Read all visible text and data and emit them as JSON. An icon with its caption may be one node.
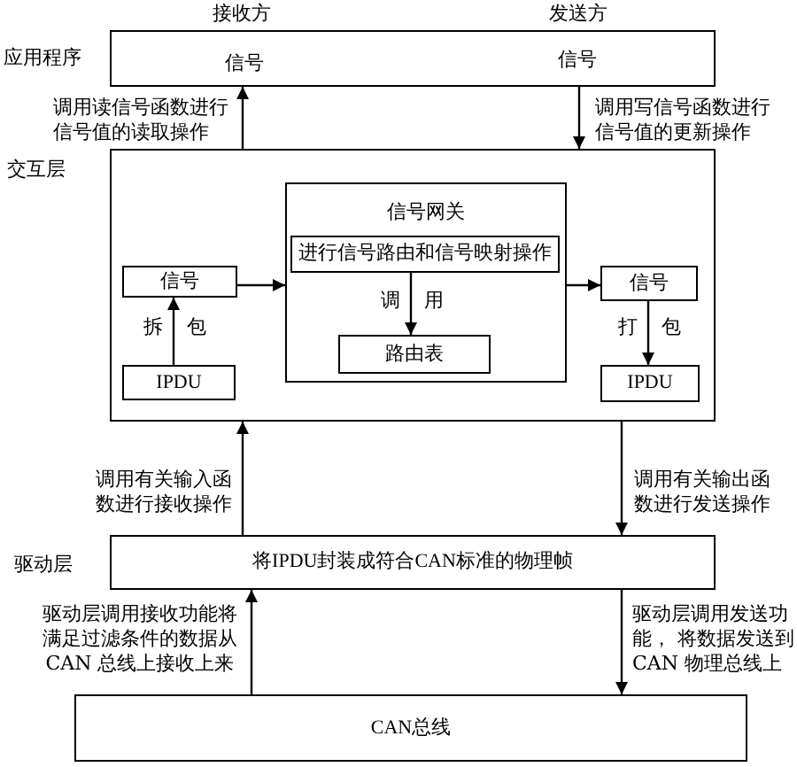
{
  "diagram": {
    "nodes": [
      {
        "text": [
          "信号",
          "信号"
        ]
      },
      {
        "text": [],
        "shape": "box"
      },
      {
        "text": [
          "信号网关"
        ],
        "in": 1
      },
      {
        "text": [
          "进行信号路由和信号映射操作"
        ],
        "in": 2
      },
      {
        "text": [
          "路由表"
        ],
        "in": 2
      },
      {
        "text": [
          "信号"
        ],
        "in": 1
      },
      {
        "text": [
          "IPDU"
        ],
        "in": 1
      },
      {
        "text": [
          "信号"
        ],
        "in": 1
      },
      {
        "text": [
          "IPDU"
        ],
        "in": 1
      },
      {
        "text": [
          "将IPDU封装成符合CAN标准的物理帧"
        ]
      },
      {
        "text": [
          "CAN总线"
        ]
      }
    ],
    "edges": [
      {
        "from": 1,
        "to": 0,
        "arrow": "to",
        "label": "调用读信号函数进行信号值的读取操作"
      },
      {
        "from": 0,
        "to": 1,
        "arrow": "to",
        "label": "调用写信号函数进行信号值的更新操作"
      },
      {
        "from": 6,
        "to": 5,
        "arrow": "to",
        "label": "拆 包"
      },
      {
        "from": 5,
        "to": 2,
        "arrow": "to"
      },
      {
        "from": 3,
        "to": 4,
        "arrow": "to",
        "label": "调 用"
      },
      {
        "from": 2,
        "to": 7,
        "arrow": "to"
      },
      {
        "from": 7,
        "to": 8,
        "arrow": "to",
        "label": "打 包"
      },
      {
        "from": 9,
        "to": 1,
        "arrow": "to",
        "label": "调用有关输入函数进行接收操作"
      },
      {
        "from": 1,
        "to": 9,
        "arrow": "to",
        "label": "调用有关输出函数进行发送操作"
      },
      {
        "from": 10,
        "to": 9,
        "arrow": "to",
        "label": "驱动层调用接收功能将满足过滤条件的数据从CAN 总线上接收上来"
      },
      {
        "from": 9,
        "to": 10,
        "arrow": "to",
        "label": "驱动层调用发送功能， 将数据发送到CAN 物理总线上"
      }
    ],
    "labels": [
      "接收方",
      "发送方",
      "应用程序",
      "交互层",
      "驱动层"
    ]
  }
}
